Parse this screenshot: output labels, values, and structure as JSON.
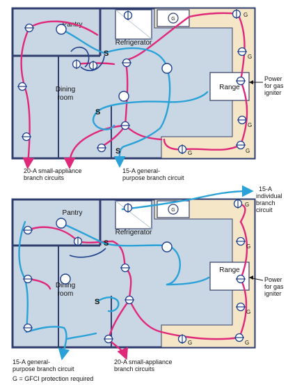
{
  "colors": {
    "background": "#ffffff",
    "room_fill": "#c9d6e3",
    "room_wall": "#2e3d6e",
    "counter_fill": "#f4e6c6",
    "appliance_fill": "#ffffff",
    "small_appliance_wire": "#e0287a",
    "general_purpose_wire": "#2aa2d8",
    "dark_wire": "#1e3f8a",
    "outlet_stroke": "#1e3f8a",
    "text": "#111111"
  },
  "icons": {
    "receptacle": "duplex-receptacle-icon",
    "gfci": "gfci-receptacle-icon",
    "switch": "switch-s-glyph",
    "light": "ceiling-light-icon",
    "sink": "sink-icon",
    "arrow": "arrow-head-icon"
  },
  "top_plan": {
    "rooms": {
      "pantry": "Pantry",
      "refrigerator": "Refrigerator",
      "dining": [
        "Dining",
        "room"
      ],
      "range": "Range"
    },
    "power_label": [
      "Power",
      "for gas",
      "igniter"
    ],
    "small_appliance_label": [
      "20-A small-appliance",
      "branch circuits"
    ],
    "general_purpose_label": [
      "15-A general-",
      "purpose branch circuit"
    ],
    "switch_glyph": "S",
    "gfci_glyph": "G"
  },
  "bottom_plan": {
    "rooms": {
      "pantry": "Pantry",
      "refrigerator": "Refrigerator",
      "dining": [
        "Dining",
        "room"
      ],
      "range": "Range"
    },
    "power_label": [
      "Power",
      "for gas",
      "igniter"
    ],
    "individual_label": [
      "15-A",
      "individual",
      "branch",
      "circuit"
    ],
    "general_purpose_label": [
      "15-A general-",
      "purpose branch circuit"
    ],
    "small_appliance_label": [
      "20-A small-appliance",
      "branch circuits"
    ],
    "switch_glyph": "S",
    "gfci_glyph": "G"
  },
  "footnote": "G = GFCI protection required"
}
